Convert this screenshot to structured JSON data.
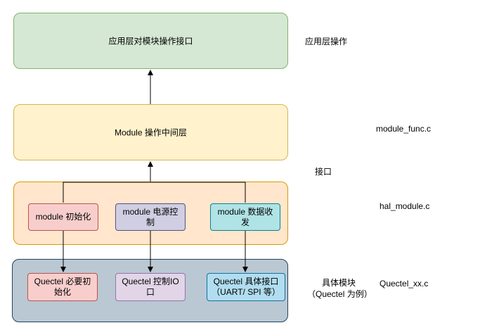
{
  "layers": {
    "app": {
      "label": "应用层对模块操作接口",
      "fill": "#d5e8d4",
      "stroke": "#82b366"
    },
    "middle": {
      "label": "Module 操作中间层",
      "fill": "#fff2cc",
      "stroke": "#d6b656"
    },
    "hal": {
      "fill": "#ffe6cc",
      "stroke": "#d79b00"
    },
    "vendor": {
      "fill": "#bac8d3",
      "stroke": "#23445d"
    }
  },
  "hal_boxes": [
    {
      "label": "module 初始化",
      "fill": "#f8cecc",
      "stroke": "#b85450"
    },
    {
      "label": "module 电源控制",
      "fill": "#d0cee2",
      "stroke": "#56517e"
    },
    {
      "label": "module 数据收发",
      "fill": "#b0e3e6",
      "stroke": "#0e8088"
    }
  ],
  "vendor_boxes": [
    {
      "label": "Quectel 必要初始化",
      "fill": "#f8cecc",
      "stroke": "#b85450"
    },
    {
      "label": "Quectel 控制IO口",
      "fill": "#e1d5e7",
      "stroke": "#9673a6"
    },
    {
      "label": "Quectel 具体接口（UART/ SPI 等）",
      "fill": "#b1ddf0",
      "stroke": "#10739e"
    }
  ],
  "side_labels": {
    "app_op": "应用层操作",
    "module_func": "module_func.c",
    "interface": "接口",
    "hal_module": "hal_module.c",
    "specific_module": "具体模块",
    "example": "（Quectel 为例）",
    "quectel_file": "Quectel_xx.c"
  }
}
